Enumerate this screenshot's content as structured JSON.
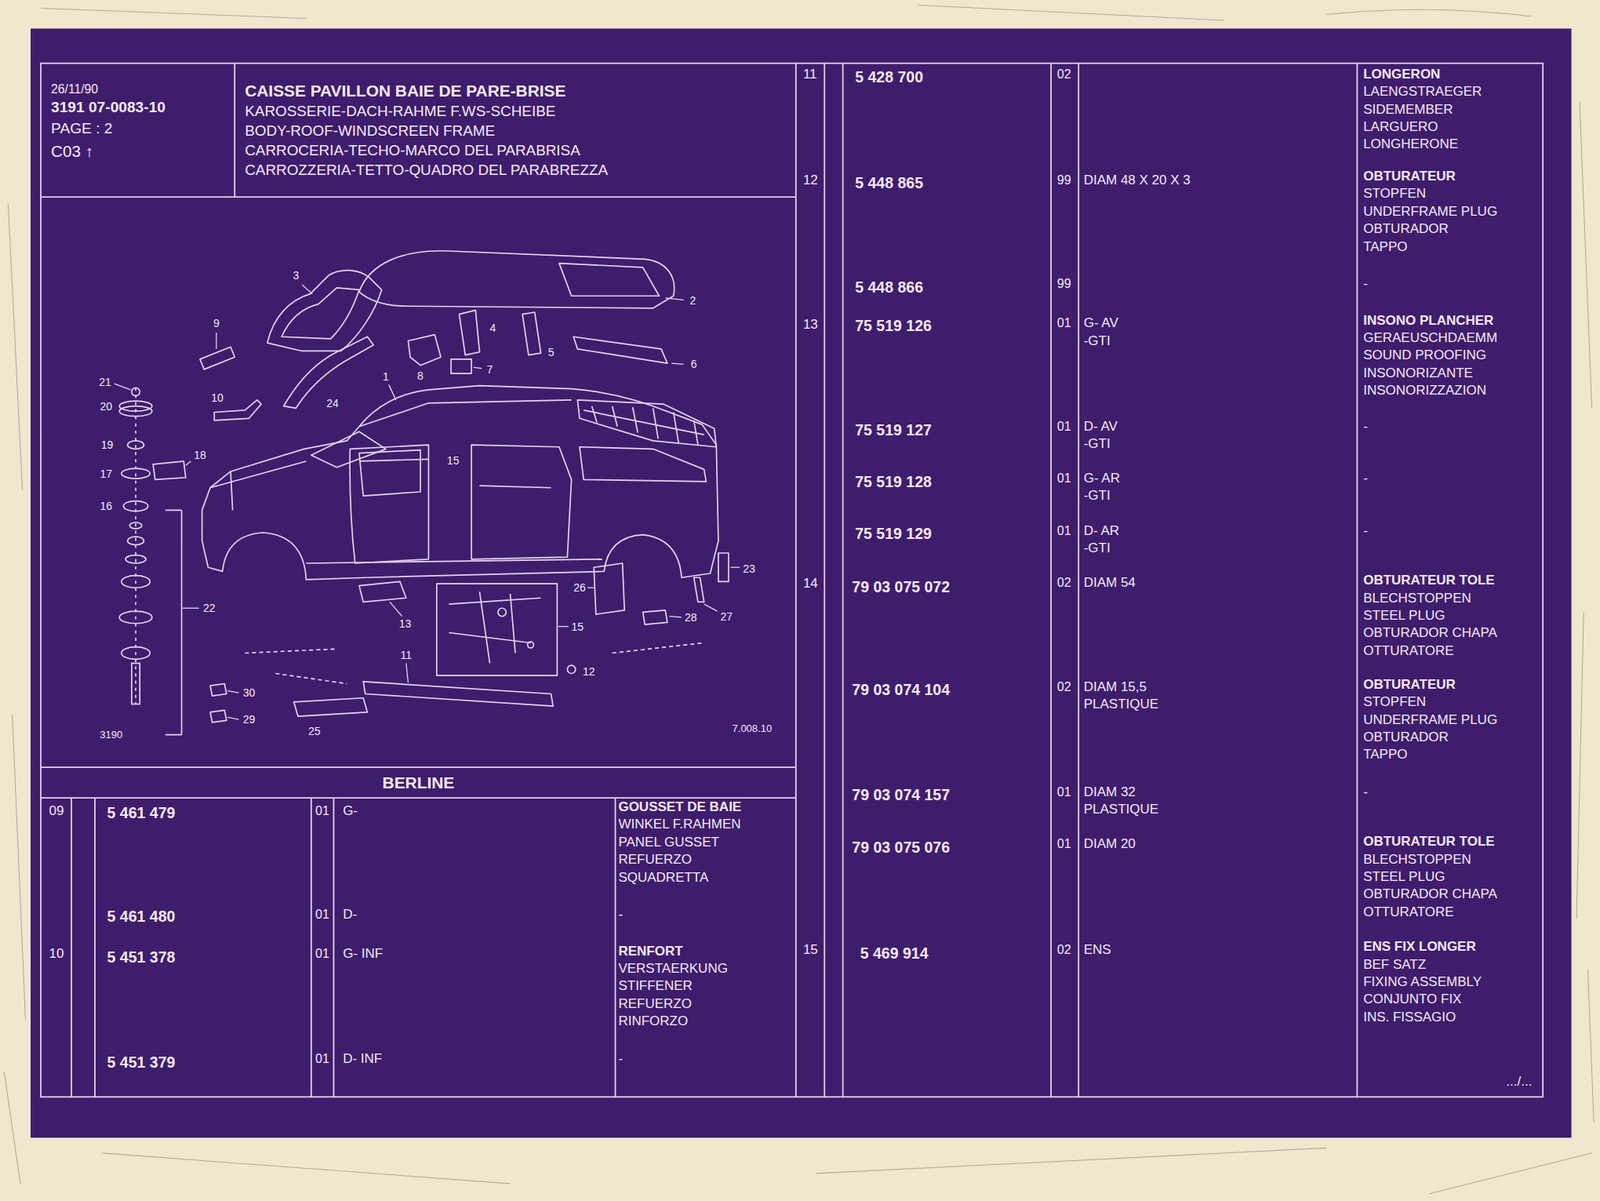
{
  "diagram": {
    "nodes": [
      {
        "text": [
          "26/11/90",
          "3191 07-0083-10",
          "PAGE : 2",
          "C03 ↑"
        ]
      },
      {
        "text": [
          "CAISSE PAVILLON BAIE DE PARE-BRISE",
          "KAROSSERIE-DACH-RAHME F.WS-SCHEIBE",
          "BODY-ROOF-WINDSCREEN FRAME",
          "CARROCERIA-TECHO-MARCO DEL PARABRISA",
          "CARROZZERIA-TETTO-QUADRO DEL PARABREZZA"
        ]
      },
      {
        "text": [
          "BERLINE"
        ]
      }
    ],
    "labels": [
      "1",
      "2",
      "3",
      "4",
      "5",
      "6",
      "7",
      "8",
      "9",
      "10",
      "11",
      "12",
      "13",
      "15",
      "15",
      "16",
      "17",
      "18",
      "19",
      "20",
      "21",
      "22",
      "23",
      "24",
      "25",
      "26",
      "27",
      "28",
      "29",
      "30",
      "3190",
      "7.008.10",
      "09",
      "5 461 479",
      "01",
      "G-",
      "GOUSSET DE BAIE",
      "WINKEL F.RAHMEN",
      "PANEL GUSSET",
      "REFUERZO",
      "SQUADRETTA",
      "5 461 480",
      "01",
      "D-",
      "-",
      "10",
      "5 451 378",
      "01",
      "G- INF",
      "RENFORT",
      "VERSTAERKUNG",
      "STIFFENER",
      "REFUERZO",
      "RINFORZO",
      "5 451 379",
      "01",
      "D- INF",
      "-",
      "11",
      "5 428 700",
      "02",
      "LONGERON",
      "LAENGSTRAEGER",
      "SIDEMEMBER",
      "LARGUERO",
      "LONGHERONE",
      "12",
      "5 448 865",
      "99",
      "DIAM 48 X 20 X 3",
      "OBTURATEUR",
      "STOPFEN",
      "UNDERFRAME PLUG",
      "OBTURADOR",
      "TAPPO",
      "5 448 866",
      "99",
      "-",
      "13",
      "75 519 126",
      "01",
      "G- AV",
      "-GTI",
      "INSONO PLANCHER",
      "GERAEUSCHDAEMM",
      "SOUND PROOFING",
      "INSONORIZANTE",
      "INSONORIZZAZION",
      "75 519 127",
      "01",
      "D- AV",
      "-GTI",
      "-",
      "75 519 128",
      "01",
      "G- AR",
      "-GTI",
      "-",
      "75 519 129",
      "01",
      "D- AR",
      "-GTI",
      "-",
      "14",
      "79 03 075 072",
      "02",
      "DIAM 54",
      "OBTURATEUR TOLE",
      "BLECHSTOPPEN",
      "STEEL PLUG",
      "OBTURADOR CHAPA",
      "OTTURATORE",
      "79 03 074 104",
      "02",
      "DIAM 15,5",
      "PLASTIQUE",
      "OBTURATEUR",
      "STOPFEN",
      "UNDERFRAME PLUG",
      "OBTURADOR",
      "TAPPO",
      "79 03 074 157",
      "01",
      "DIAM 32",
      "PLASTIQUE",
      "-",
      "79 03 075 076",
      "01",
      "DIAM 20",
      "OBTURATEUR TOLE",
      "BLECHSTOPPEN",
      "STEEL PLUG",
      "OBTURADOR CHAPA",
      "OTTURATORE",
      "15",
      "5 469 914",
      "02",
      "ENS",
      "ENS FIX LONGER",
      "BEF SATZ",
      "FIXING ASSEMBLY",
      "CONJUNTO FIX",
      "INS. FISSAGIO",
      ".../..."
    ]
  }
}
